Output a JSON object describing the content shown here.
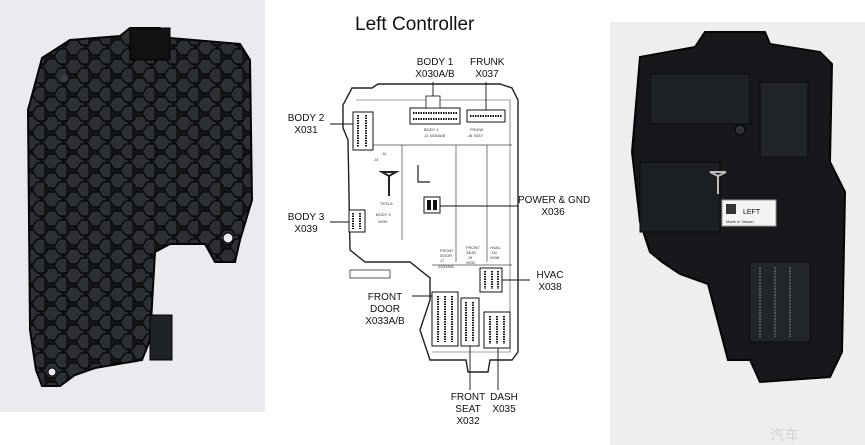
{
  "title": "Left Controller",
  "labels": {
    "body1": [
      "BODY 1",
      "X030A/B"
    ],
    "frunk": [
      "FRUNK",
      "X037"
    ],
    "body2": [
      "BODY 2",
      "X031"
    ],
    "power": [
      "POWER & GND",
      "X036"
    ],
    "body3": [
      "BODY 3",
      "X039"
    ],
    "hvac": [
      "HVAC",
      "X038"
    ],
    "front_door": [
      "FRONT",
      "DOOR",
      "X033A/B"
    ],
    "front_seat": [
      "FRONT",
      "SEAT",
      "X032"
    ],
    "dash": [
      "DASH",
      "X035"
    ]
  },
  "board_markings": {
    "frunk": [
      "FRUNK",
      "J6  X037"
    ],
    "body1": [
      "BODY 1",
      "J1  X030A/B"
    ],
    "j4": "J4",
    "j3": "J3",
    "tesla": "TESLA",
    "body3": [
      "BODY 3",
      "X039"
    ],
    "front_door": [
      "FRONT",
      "DOOR",
      "J7",
      "X033A/B"
    ],
    "front_seat": [
      "FRONT",
      "SEAT",
      "J9",
      "X032"
    ],
    "hvac": [
      "HVAC",
      "J11",
      "X038"
    ]
  },
  "device_label": "LEFT",
  "device_label_sub": "Made in Taiwan",
  "watermark": "汽车",
  "colors": {
    "plastic": "#17191c",
    "photo_bg": "#e9ebee"
  }
}
